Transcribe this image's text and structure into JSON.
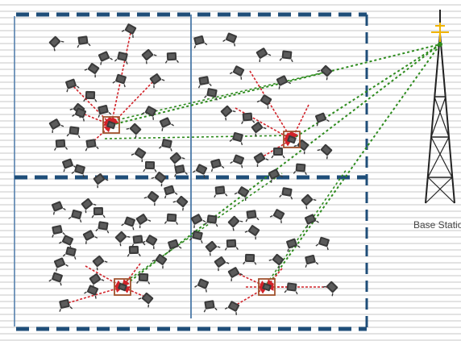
{
  "base_station": {
    "label": "Base Station"
  },
  "colors": {
    "background": "#ffffff",
    "stripe": "#dadada",
    "region_border": "#1f4e79",
    "divider_vertical": "#4a78a8",
    "member_link": "#d2232a",
    "head_box": "#a0522d",
    "sink_link": "#2e8b1e",
    "sensor_node": "#3a3a3a",
    "tower": "#222222",
    "antenna_tip": "#f0b400"
  },
  "network": {
    "quadrants": 4,
    "cluster_heads": 4,
    "node_icon": "sensor-node-icon",
    "head_icon": "cluster-head-icon",
    "sink_icon": "base-station-tower-icon"
  }
}
